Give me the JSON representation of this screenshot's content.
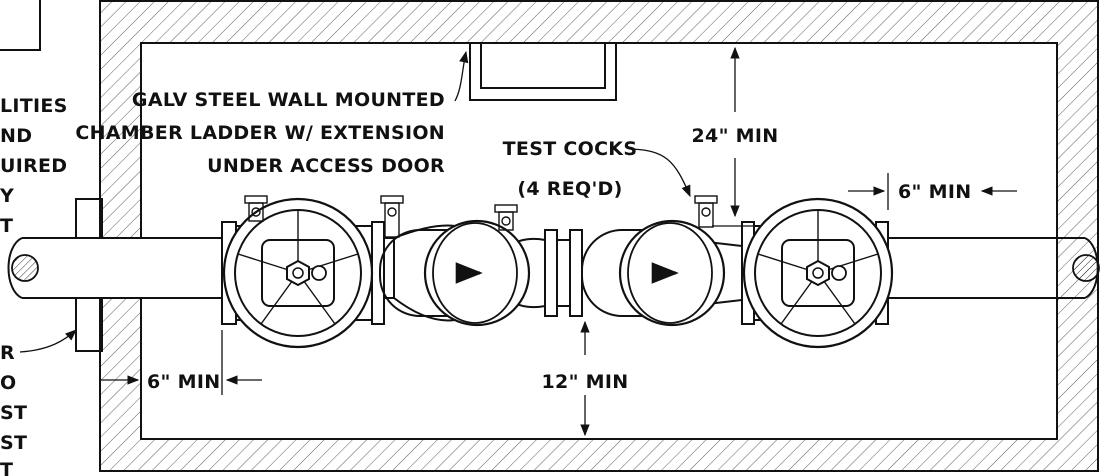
{
  "labels": {
    "ladder_line1": "GALV STEEL WALL MOUNTED",
    "ladder_line2": "CHAMBER LADDER W/ EXTENSION",
    "ladder_line3": "UNDER ACCESS DOOR",
    "test_cocks_line1": "TEST COCKS",
    "test_cocks_line2": "(4 REQ'D)",
    "dim_top": "24\" MIN",
    "dim_right": "6\" MIN",
    "dim_left": "6\" MIN",
    "dim_bottom": "12\" MIN"
  },
  "left_fragments": {
    "top": [
      "LITIES",
      "ND",
      "UIRED",
      "Y",
      "T"
    ],
    "bottom": [
      "R",
      "O",
      "ST",
      "ST",
      "T"
    ]
  }
}
